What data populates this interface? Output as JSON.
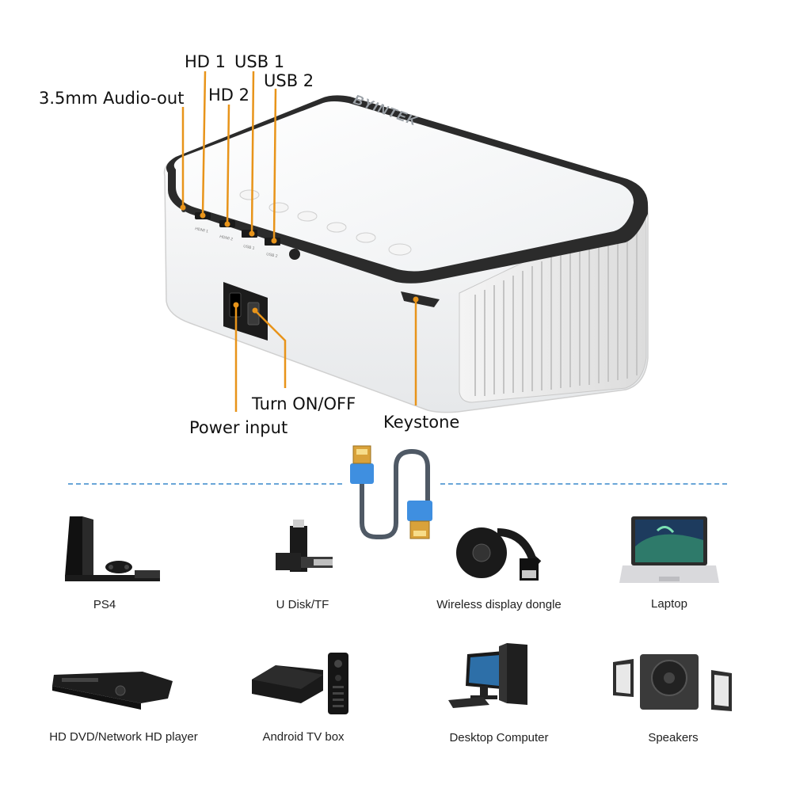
{
  "product": {
    "brand": "BYINTEK"
  },
  "ports": {
    "port_marks": [
      "HDMI 1",
      "HDMI 2",
      "USB 1",
      "USB 2"
    ]
  },
  "callouts": {
    "hd1": "HD 1",
    "usb1": "USB 1",
    "usb2": "USB 2",
    "hd2": "HD 2",
    "audio": "3.5mm Audio-out",
    "turn": "Turn ON/OFF",
    "power": "Power input",
    "keystone": "Keystone"
  },
  "devices": [
    {
      "label": "PS4",
      "icon": "game-console-icon"
    },
    {
      "label": "U Disk/TF",
      "icon": "usb-drive-icon"
    },
    {
      "label": "Wireless display dongle",
      "icon": "wireless-dongle-icon"
    },
    {
      "label": "Laptop",
      "icon": "laptop-icon"
    },
    {
      "label": "HD DVD/Network HD player",
      "icon": "dvd-player-icon"
    },
    {
      "label": "Android TV box",
      "icon": "tv-box-icon"
    },
    {
      "label": "Desktop Computer",
      "icon": "desktop-computer-icon"
    },
    {
      "label": "Speakers",
      "icon": "speakers-icon"
    }
  ],
  "colors": {
    "accent": "#e8941a",
    "cable_blue": "#3f8fe0",
    "cable_gray": "#4f5965",
    "divider": "#6aa6d8"
  }
}
